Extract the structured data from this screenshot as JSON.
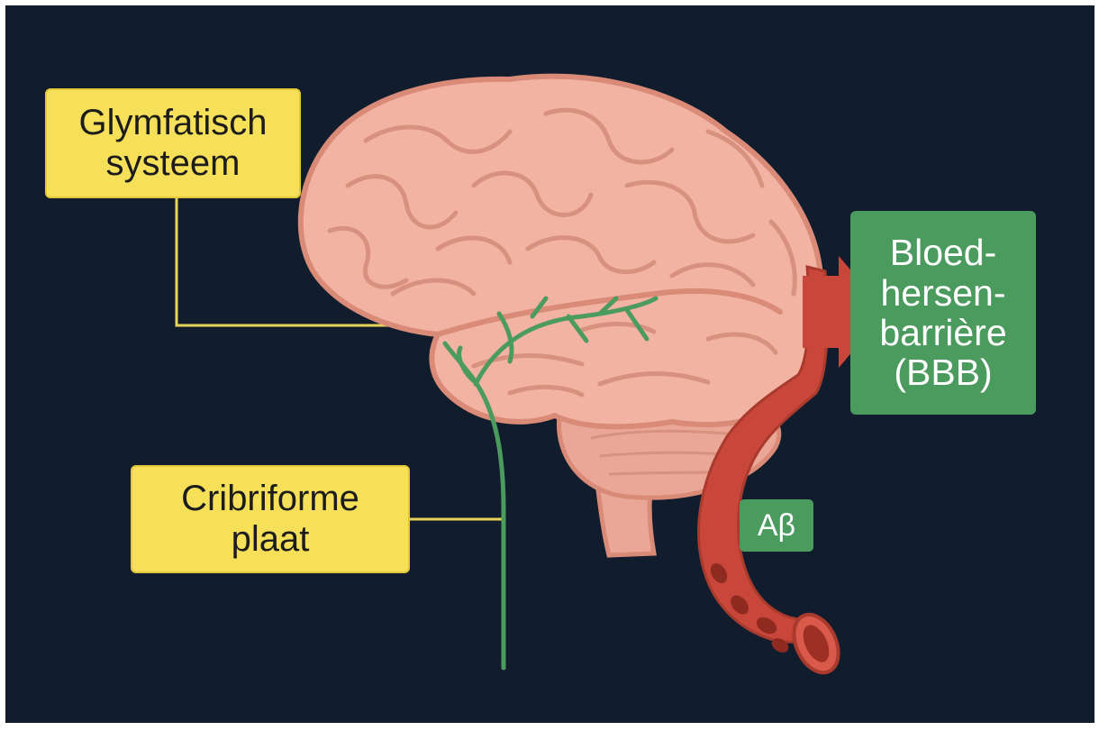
{
  "labels": {
    "glymphatic": {
      "line1": "Glymfatisch",
      "line2": "systeem"
    },
    "cribriform": {
      "line1": "Cribriforme",
      "line2": "plaat"
    },
    "bbb": {
      "line1": "Bloed-",
      "line2": "hersen-",
      "line3": "barrière",
      "line4": "(BBB)"
    },
    "abeta": {
      "text": "Aβ"
    }
  },
  "colors": {
    "background": "#111c2d",
    "brain": "#f2b3a3",
    "brain_outline": "#d98b78",
    "glymphatic_vessel": "#4c9b5e",
    "blood_vessel": "#c9473a",
    "callout_yellow": "#f6e05a",
    "callout_green": "#4c9b5e"
  },
  "icons": {
    "brain": "brain-illustration",
    "vessel": "blood-vessel-icon",
    "arrow": "arrow-right-icon"
  }
}
